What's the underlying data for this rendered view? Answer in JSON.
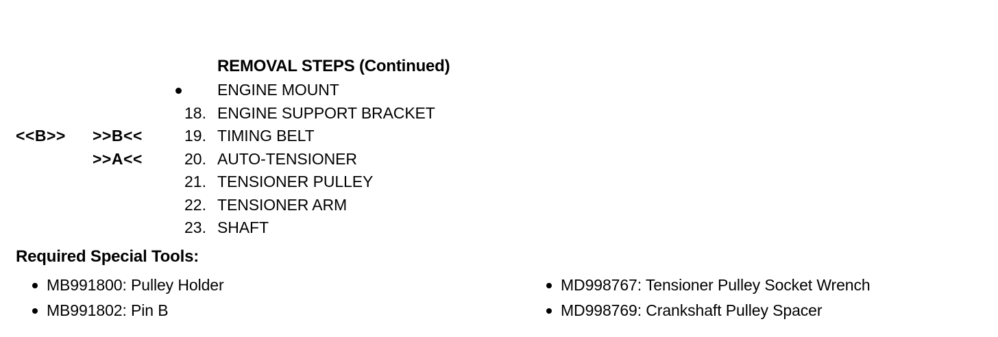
{
  "document": {
    "text_color": "#000000",
    "background_color": "#ffffff"
  },
  "removal_steps": {
    "heading": "REMOVAL STEPS (Continued)",
    "rows": [
      {
        "mark_left": "",
        "mark_right": "",
        "number": "",
        "bullet": "bullet-dot",
        "label": "ENGINE MOUNT"
      },
      {
        "mark_left": "",
        "mark_right": "",
        "number": "18.",
        "bullet": "",
        "label": "ENGINE SUPPORT BRACKET"
      },
      {
        "mark_left": "<<B>>",
        "mark_right": ">>B<<",
        "number": "19.",
        "bullet": "",
        "label": "TIMING BELT"
      },
      {
        "mark_left": "",
        "mark_right": ">>A<<",
        "number": "20.",
        "bullet": "",
        "label": "AUTO-TENSIONER"
      },
      {
        "mark_left": "",
        "mark_right": "",
        "number": "21.",
        "bullet": "",
        "label": "TENSIONER PULLEY"
      },
      {
        "mark_left": "",
        "mark_right": "",
        "number": "22.",
        "bullet": "",
        "label": "TENSIONER ARM"
      },
      {
        "mark_left": "",
        "mark_right": "",
        "number": "23.",
        "bullet": "",
        "label": "SHAFT"
      }
    ]
  },
  "required_special_tools": {
    "heading": "Required Special Tools:",
    "left_column": [
      "MB991800: Pulley Holder",
      "MB991802: Pin B"
    ],
    "right_column": [
      "MD998767: Tensioner Pulley Socket Wrench",
      "MD998769: Crankshaft Pulley Spacer"
    ]
  }
}
